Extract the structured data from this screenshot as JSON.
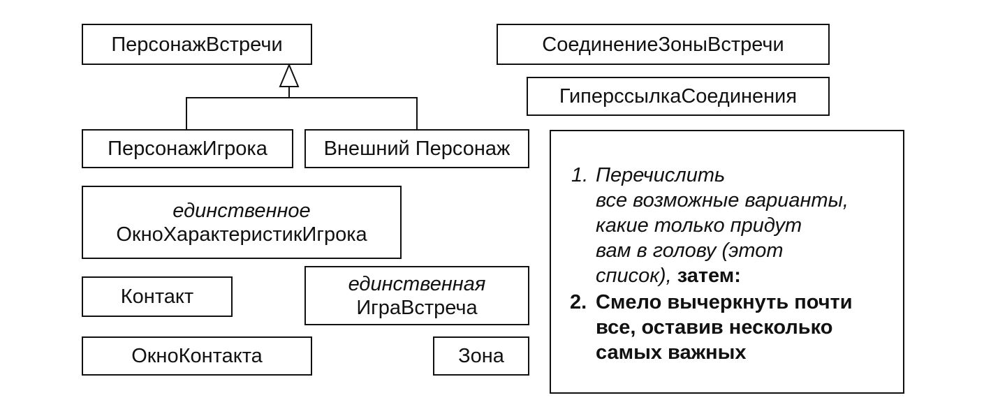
{
  "classes": {
    "encounter_character": "ПерсонажВстречи",
    "player_character": "ПерсонажИгрока",
    "external_character": "Внешний Персонаж",
    "player_stats_window": {
      "stereotype": "единственное",
      "name": "ОкноХарактеристикИгрока"
    },
    "contact": "Контакт",
    "contact_window": "ОкноКонтакта",
    "encounter_game": {
      "stereotype": "единственная",
      "name": "ИграВстреча"
    },
    "zone": "Зона",
    "encounter_zone_connection": "СоединениеЗоныВстречи",
    "connection_hyperlink": "ГиперссылкаСоединения"
  },
  "note": {
    "step1_number": "1.",
    "step1_l1": "Перечислить",
    "step1_l2": "все возможные варианты,",
    "step1_l3": "какие только придут",
    "step1_l4": "вам в голову (этот",
    "step1_l5": "список),",
    "step1_then": "затем:",
    "step2_number": "2.",
    "step2_l1": "Смело вычеркнуть почти",
    "step2_l2": "все, оставив несколько",
    "step2_l3": "самых важных"
  }
}
